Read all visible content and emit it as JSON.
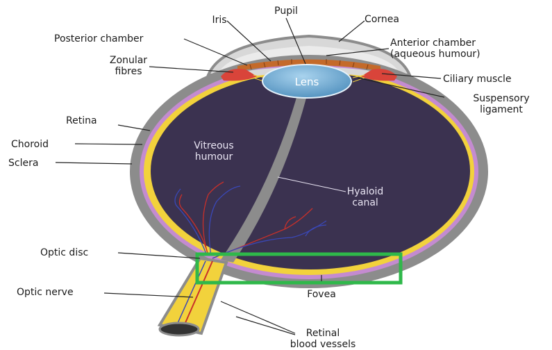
{
  "labels": {
    "pupil": "Pupil",
    "iris": "Iris",
    "cornea": "Cornea",
    "posterior_chamber": "Posterior chamber",
    "anterior_chamber_1": "Anterior chamber",
    "anterior_chamber_2": "(aqueous humour)",
    "zonular_1": "Zonular",
    "zonular_2": "fibres",
    "ciliary_muscle": "Ciliary muscle",
    "suspensory_1": "Suspensory",
    "suspensory_2": "ligament",
    "lens": "Lens",
    "retina": "Retina",
    "choroid": "Choroid",
    "sclera": "Sclera",
    "vitreous_1": "Vitreous",
    "vitreous_2": "humour",
    "hyaloid_1": "Hyaloid",
    "hyaloid_2": "canal",
    "optic_disc": "Optic disc",
    "optic_nerve": "Optic nerve",
    "fovea": "Fovea",
    "retinal_vessels_1": "Retinal",
    "retinal_vessels_2": "blood vessels"
  },
  "colors": {
    "sclera": "#8c8c8c",
    "choroid": "#c48bd0",
    "retina": "#f2d23c",
    "vitreous": "#3b3250",
    "lens": "#5b9bc6",
    "iris": "#c46a2a",
    "ciliary": "#d9443a",
    "highlight_box": "#2fb84a"
  }
}
